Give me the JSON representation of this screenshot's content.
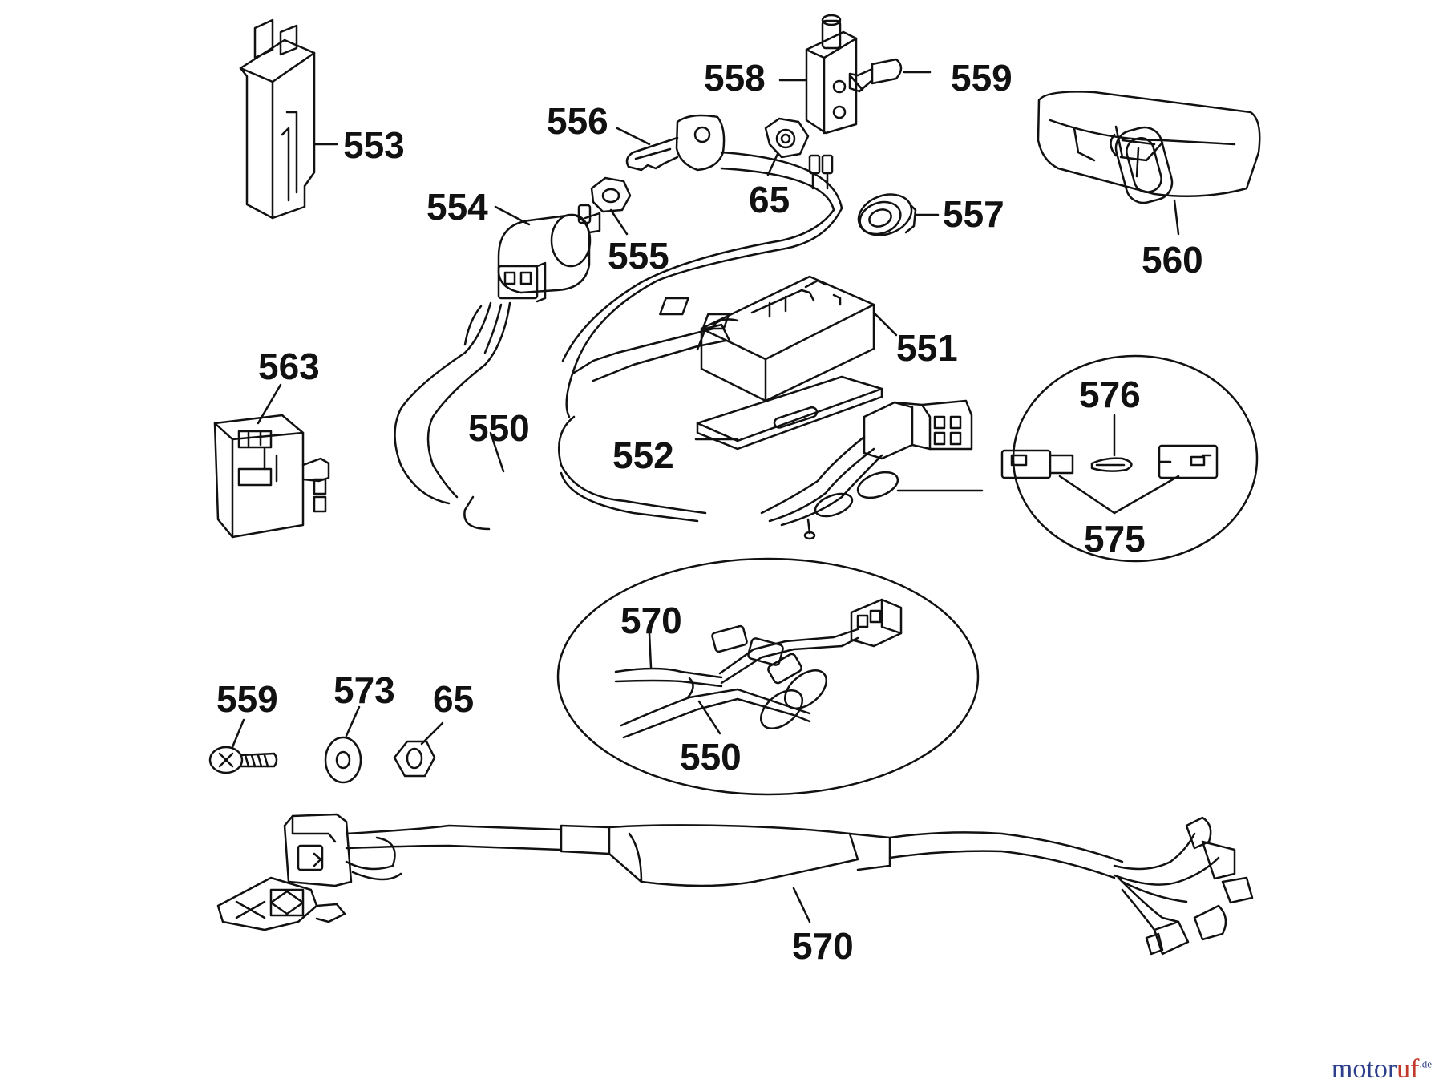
{
  "diagram": {
    "labels": {
      "p553": "553",
      "p558": "558",
      "p559_top": "559",
      "p560": "560",
      "p556": "556",
      "p65_top": "65",
      "p557": "557",
      "p554": "554",
      "p555": "555",
      "p551": "551",
      "p563": "563",
      "p576": "576",
      "p550_top": "550",
      "p552": "552",
      "p575": "575",
      "p570_detail": "570",
      "p550_detail": "550",
      "p559_bottom": "559",
      "p573": "573",
      "p65_bottom": "65",
      "p570_bottom": "570"
    }
  },
  "watermark": {
    "part1": "motor",
    "part2": "uf",
    "suffix": ".de"
  }
}
